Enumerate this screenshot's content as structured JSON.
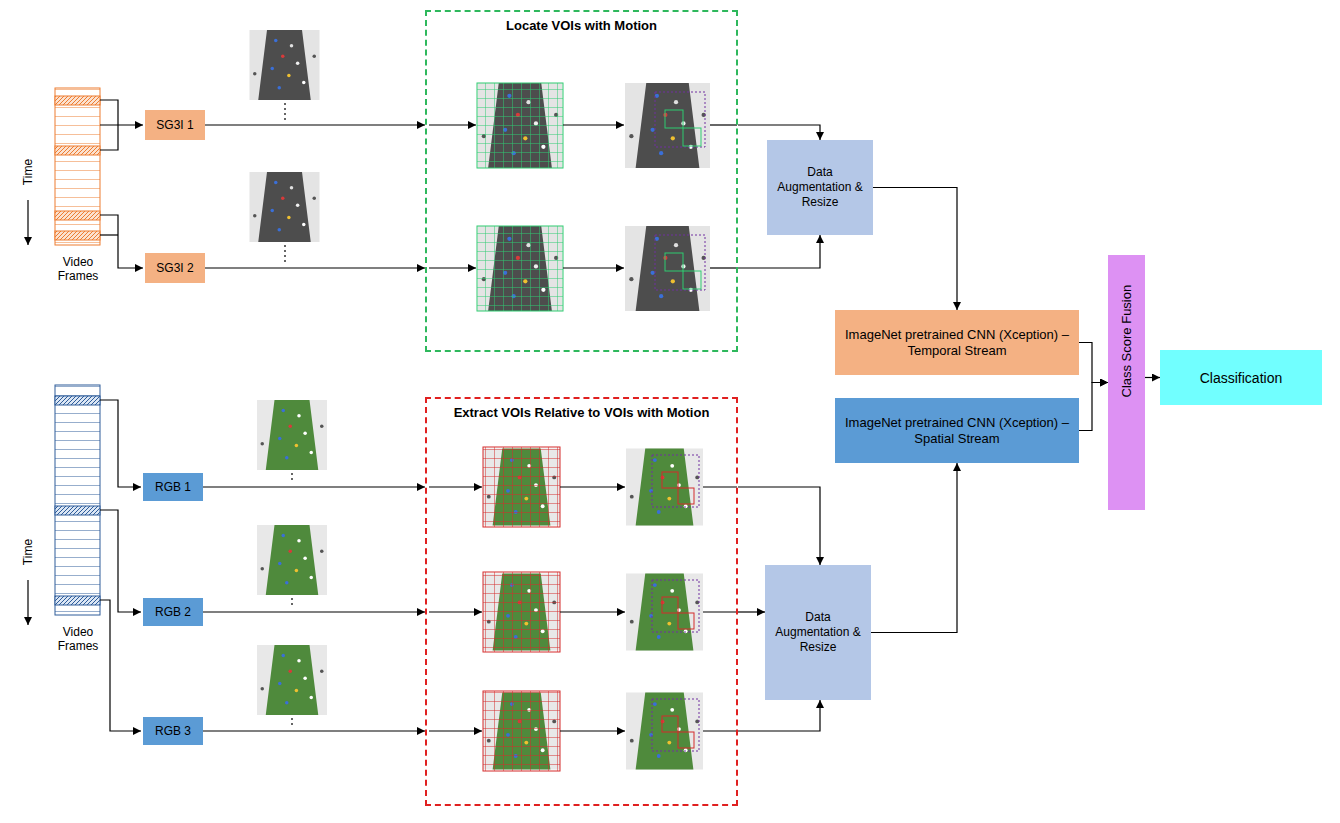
{
  "diagram": {
    "nodes": [
      {
        "text": [
          "SG3I 1"
        ]
      },
      {
        "text": [
          "SG3I 2"
        ]
      },
      {
        "text": [
          "Locate VOIs with Motion"
        ]
      },
      {
        "text": [
          "Data Augmentation & Resize"
        ]
      },
      {
        "text": [
          "ImageNet pretrained CNN (Xception) – Temporal Stream"
        ]
      },
      {
        "text": [
          "ImageNet pretrained CNN (Xception) – Spatial Stream"
        ]
      },
      {
        "text": [
          "Class Score Fusion"
        ]
      },
      {
        "text": [
          "Classification"
        ]
      },
      {
        "text": [
          "RGB 1"
        ]
      },
      {
        "text": [
          "RGB 2"
        ]
      },
      {
        "text": [
          "RGB 3"
        ]
      },
      {
        "text": [
          "Extract VOIs Relative to VOIs with Motion"
        ]
      },
      {
        "text": [
          "Data Augmentation & Resize"
        ]
      }
    ],
    "edges": [
      {
        "from": 0,
        "to": 2,
        "arrow": "to"
      },
      {
        "from": 1,
        "to": 2,
        "arrow": "to"
      },
      {
        "from": 2,
        "to": 3,
        "arrow": "to"
      },
      {
        "from": 2,
        "to": 3,
        "arrow": "to"
      },
      {
        "from": 3,
        "to": 4,
        "arrow": "to"
      },
      {
        "from": 4,
        "to": 6,
        "arrow": "to"
      },
      {
        "from": 5,
        "to": 6,
        "arrow": "to"
      },
      {
        "from": 6,
        "to": 7,
        "arrow": "to"
      },
      {
        "from": 8,
        "to": 11,
        "arrow": "to"
      },
      {
        "from": 9,
        "to": 11,
        "arrow": "to"
      },
      {
        "from": 10,
        "to": 11,
        "arrow": "to"
      },
      {
        "from": 11,
        "to": 12,
        "arrow": "to"
      },
      {
        "from": 11,
        "to": 12,
        "arrow": "to"
      },
      {
        "from": 11,
        "to": 12,
        "arrow": "to"
      },
      {
        "from": 12,
        "to": 5,
        "arrow": "to"
      }
    ],
    "labels": [
      "Time",
      "Video Frames",
      "Time",
      "Video Frames"
    ]
  }
}
